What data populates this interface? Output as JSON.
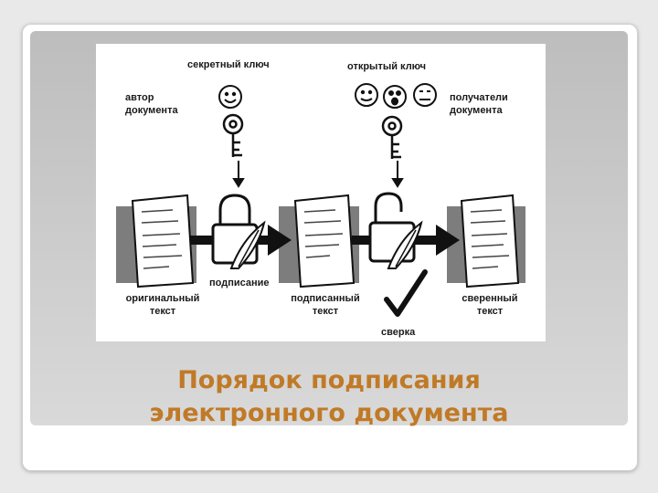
{
  "slide": {
    "title_line1": "Порядок подписания",
    "title_line2": "электронного документа"
  },
  "diagram": {
    "secret_key": "секретный ключ",
    "public_key": "открытый ключ",
    "author": "автор документа",
    "recipients": "получатели документа",
    "signing": "подписание",
    "original_text": "оригинальный текст",
    "signed_text": "подписанный текст",
    "checked_text": "сверенный текст",
    "verification": "сверка"
  },
  "colors": {
    "title": "#c07a27",
    "panel": "#c9c9c9",
    "ink": "#1a1a1a"
  }
}
